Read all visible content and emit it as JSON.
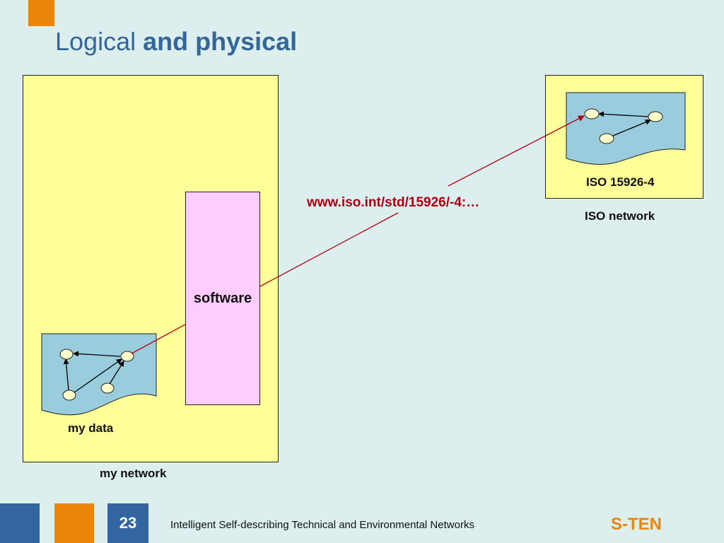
{
  "slide": {
    "title_regular": "Logical ",
    "title_bold": "and physical",
    "page_number": "23",
    "footer_text": "Intelligent Self-describing Technical and Environmental Networks",
    "brand": "S-TEN"
  },
  "diagram": {
    "software_label": "software",
    "my_data_label": "my data",
    "my_network_label": "my network",
    "iso_doc_label": "ISO 15926-4",
    "iso_network_label": "ISO network",
    "url_label": "www.iso.int/std/15926/-4:…"
  },
  "colors": {
    "background": "#ddeeee",
    "network_box": "#ffff99",
    "software_box": "#ffccff",
    "document": "#99ccdd",
    "link_line": "#b00010",
    "accent_orange": "#e8850a",
    "accent_blue": "#3366a0"
  }
}
